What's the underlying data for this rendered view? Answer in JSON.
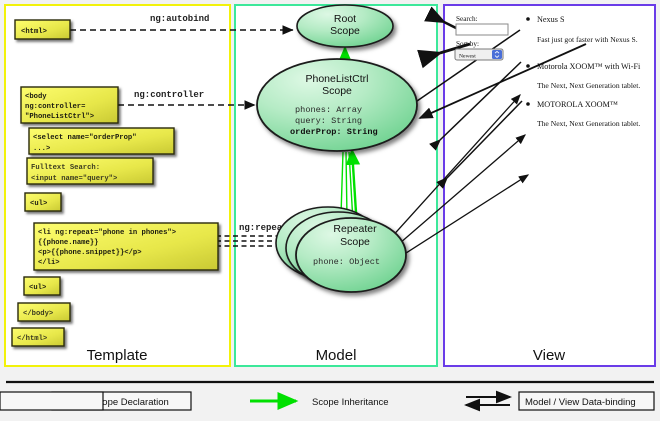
{
  "columns": [
    {
      "name": "Template",
      "color": "#f2f20a"
    },
    {
      "name": "Model",
      "color": "#3ce89a"
    },
    {
      "name": "View",
      "color": "#6a3ce8"
    }
  ],
  "template": {
    "boxes": [
      {
        "id": "html-open",
        "lines": [
          "<html>"
        ]
      },
      {
        "id": "body-open",
        "lines": [
          "<body",
          " ng:controller=",
          " \"PhoneListCtrl\">"
        ]
      },
      {
        "id": "select-orderprop",
        "lines": [
          "<select name=\"orderProp\"",
          "   ...>"
        ]
      },
      {
        "id": "fulltext-search",
        "lines": [
          "Fulltext Search:",
          "   <input name=\"query\">"
        ]
      },
      {
        "id": "ul-open",
        "lines": [
          "<ul>"
        ]
      },
      {
        "id": "li-ngrepeat",
        "lines": [
          "<li ng:repeat=\"phone in phones\">",
          "   {{phone.name}}",
          "   <p>{{phone.snippet}}</p>",
          "</li>"
        ]
      },
      {
        "id": "ul-close",
        "lines": [
          "<ul>"
        ]
      },
      {
        "id": "body-close",
        "lines": [
          "</body>"
        ]
      },
      {
        "id": "html-close",
        "lines": [
          "</html>"
        ]
      }
    ]
  },
  "edge_labels": {
    "autobind": "ng:autobind",
    "controller": "ng:controller",
    "repeat": "ng:repeat"
  },
  "model": {
    "scopes": [
      {
        "id": "root-scope",
        "title": [
          "Root",
          "Scope"
        ],
        "props": []
      },
      {
        "id": "phonelistctrl-scope",
        "title": [
          "PhoneListCtrl",
          "Scope"
        ],
        "props": [
          {
            "text": "phones: Array",
            "bold": false
          },
          {
            "text": "query: String",
            "bold": false
          },
          {
            "text": "orderProp: String",
            "bold": true
          }
        ]
      },
      {
        "id": "repeater-scope",
        "title": [
          "Repeater",
          "Scope"
        ],
        "props": [
          {
            "text": "phone: Object",
            "bold": false
          }
        ]
      }
    ]
  },
  "view": {
    "search_label": "Search:",
    "search_value": "",
    "sort_label": "Sort by:",
    "sort_selected": "Newest",
    "phones": [
      {
        "name": "Nexus S",
        "snippet": "Fast just got faster with Nexus S."
      },
      {
        "name": "Motorola XOOM™  with Wi-Fi",
        "snippet": "The Next, Next Generation tablet."
      },
      {
        "name": "MOTOROLA XOOM™",
        "snippet": "The Next, Next Generation tablet."
      }
    ]
  },
  "legend": [
    {
      "id": "implicit-scope-declaration",
      "label": "Implicit Scope Declaration",
      "style": "dashed-arrow",
      "color": "#000000"
    },
    {
      "id": "scope-inheritance",
      "label": "Scope Inheritance",
      "style": "green-arrow",
      "color": "#00e000"
    },
    {
      "id": "model-view-databinding",
      "label": "Model / View Data-binding",
      "style": "double-arrow",
      "color": "#000000"
    }
  ]
}
